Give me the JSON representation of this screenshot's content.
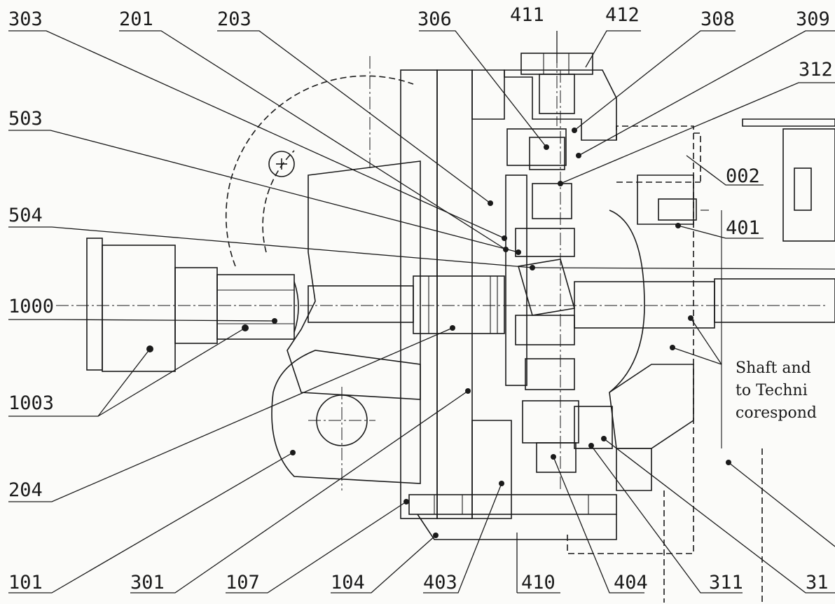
{
  "labels": {
    "l303": "303",
    "l201": "201",
    "l203": "203",
    "l306": "306",
    "l411": "411",
    "l412": "412",
    "l308": "308",
    "l309": "309",
    "l312": "312",
    "l503": "503",
    "l504": "504",
    "l1000": "1000",
    "l1003": "1003",
    "l204": "204",
    "l002": "002",
    "l401": "401",
    "l101": "101",
    "l301": "301",
    "l107": "107",
    "l104": "104",
    "l403": "403",
    "l410": "410",
    "l404": "404",
    "l311": "311",
    "l31x": "31"
  },
  "note": {
    "line1": "Shaft and",
    "line2": "to Techni",
    "line3": "corespond"
  }
}
